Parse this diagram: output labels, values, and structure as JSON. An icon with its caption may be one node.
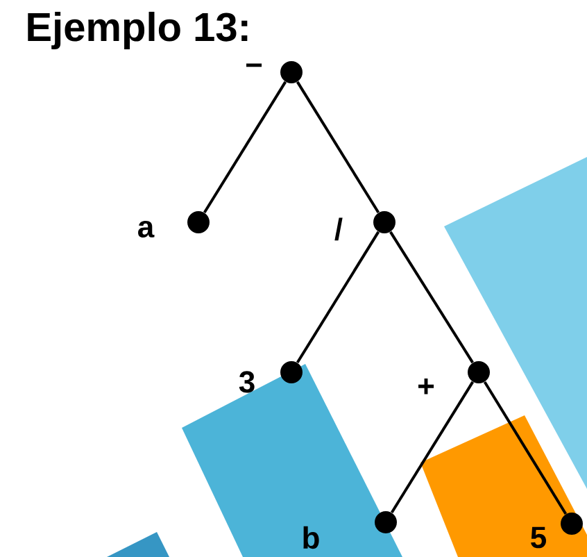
{
  "diagram": {
    "title": "Ejemplo 13:",
    "nodes": [
      {
        "text": [],
        "shape": "circle",
        "beside": [
          "−"
        ]
      },
      {
        "text": [],
        "shape": "circle",
        "beside": [
          "a"
        ]
      },
      {
        "text": [],
        "shape": "circle",
        "beside": [
          "/"
        ]
      },
      {
        "text": [],
        "shape": "circle",
        "beside": [
          "3"
        ]
      },
      {
        "text": [],
        "shape": "circle",
        "beside": [
          "+"
        ]
      },
      {
        "text": [],
        "shape": "circle",
        "beside": [
          "b"
        ]
      },
      {
        "text": [],
        "shape": "circle",
        "beside": [
          "5"
        ]
      }
    ],
    "edges": [
      {
        "from": 0,
        "to": 1,
        "arrow": "none"
      },
      {
        "from": 0,
        "to": 2,
        "arrow": "none"
      },
      {
        "from": 2,
        "to": 3,
        "arrow": "none"
      },
      {
        "from": 2,
        "to": 4,
        "arrow": "none"
      },
      {
        "from": 4,
        "to": 5,
        "arrow": "none"
      },
      {
        "from": 4,
        "to": 6,
        "arrow": "none"
      }
    ]
  }
}
